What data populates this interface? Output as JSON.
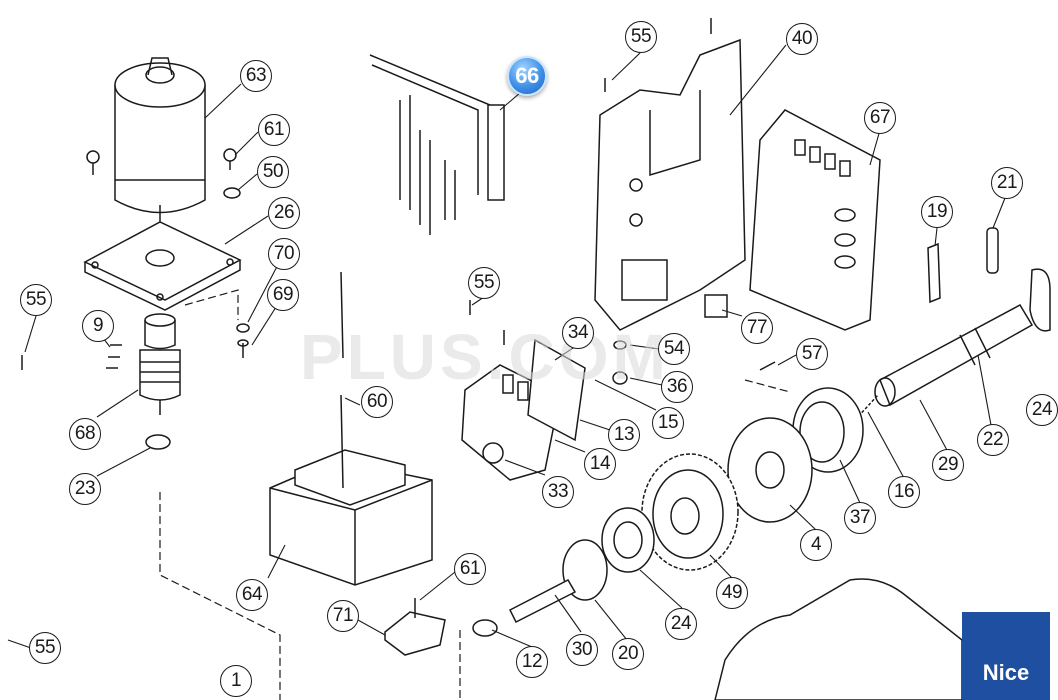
{
  "diagram": {
    "callouts": [
      {
        "label": "63",
        "active": false
      },
      {
        "label": "61",
        "active": false
      },
      {
        "label": "50",
        "active": false
      },
      {
        "label": "26",
        "active": false
      },
      {
        "label": "70",
        "active": false
      },
      {
        "label": "69",
        "active": false
      },
      {
        "label": "55",
        "active": false
      },
      {
        "label": "9",
        "active": false
      },
      {
        "label": "68",
        "active": false
      },
      {
        "label": "23",
        "active": false
      },
      {
        "label": "66",
        "active": true
      },
      {
        "label": "55",
        "active": false
      },
      {
        "label": "40",
        "active": false
      },
      {
        "label": "67",
        "active": false
      },
      {
        "label": "19",
        "active": false
      },
      {
        "label": "21",
        "active": false
      },
      {
        "label": "55",
        "active": false
      },
      {
        "label": "34",
        "active": false
      },
      {
        "label": "54",
        "active": false
      },
      {
        "label": "36",
        "active": false
      },
      {
        "label": "15",
        "active": false
      },
      {
        "label": "13",
        "active": false
      },
      {
        "label": "14",
        "active": false
      },
      {
        "label": "33",
        "active": false
      },
      {
        "label": "60",
        "active": false
      },
      {
        "label": "77",
        "active": false
      },
      {
        "label": "57",
        "active": false
      },
      {
        "label": "22",
        "active": false
      },
      {
        "label": "29",
        "active": false
      },
      {
        "label": "16",
        "active": false
      },
      {
        "label": "37",
        "active": false
      },
      {
        "label": "4",
        "active": false
      },
      {
        "label": "49",
        "active": false
      },
      {
        "label": "24",
        "active": false
      },
      {
        "label": "20",
        "active": false
      },
      {
        "label": "30",
        "active": false
      },
      {
        "label": "12",
        "active": false
      },
      {
        "label": "61",
        "active": false
      },
      {
        "label": "71",
        "active": false
      },
      {
        "label": "64",
        "active": false
      },
      {
        "label": "55",
        "active": false
      },
      {
        "label": "1",
        "active": false
      },
      {
        "label": "24",
        "active": false
      }
    ]
  },
  "watermark": "PLUS.COM",
  "brand": {
    "label": "Nice",
    "color": "#1f4fa0"
  }
}
